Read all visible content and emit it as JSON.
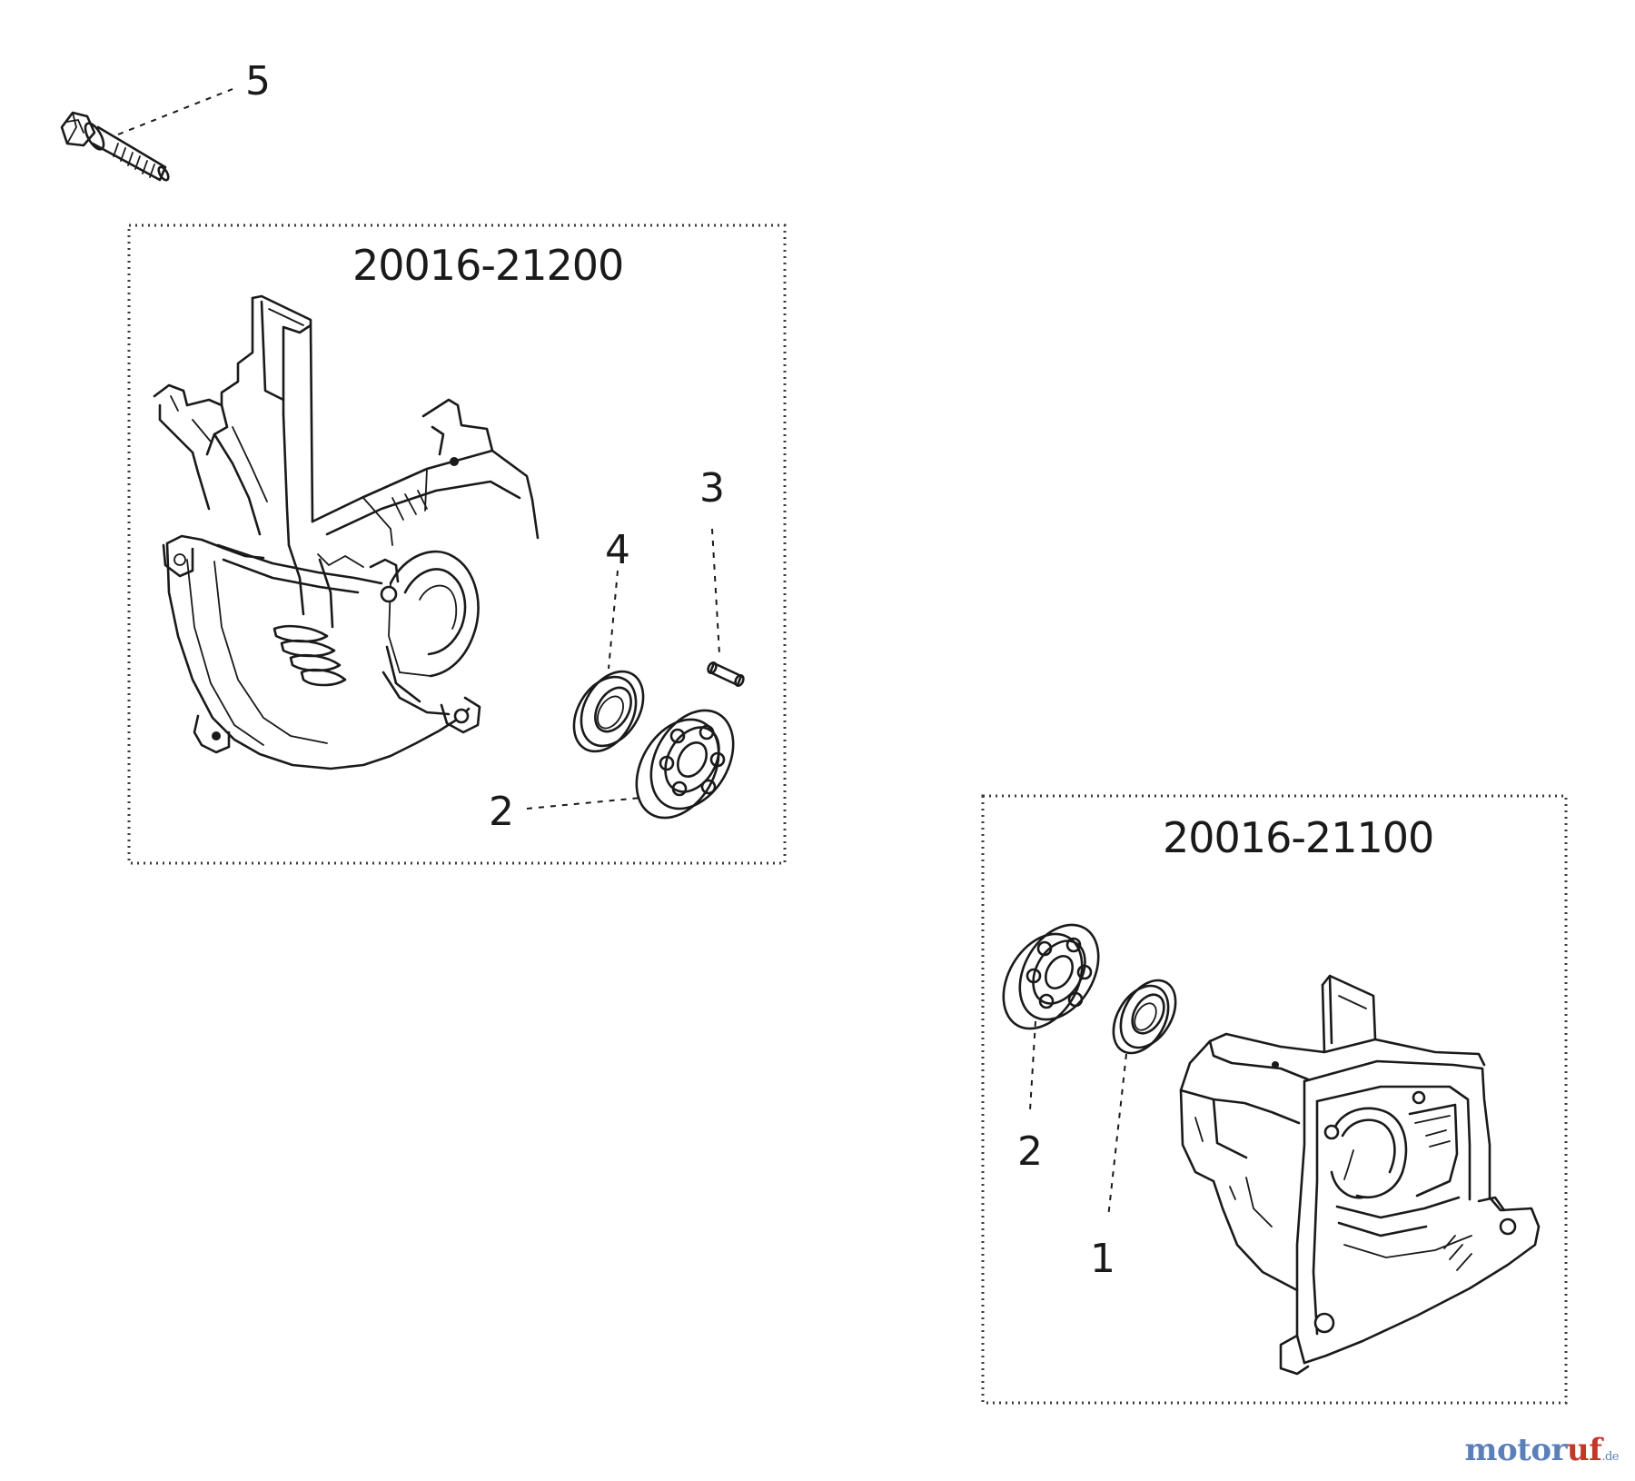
{
  "diagram": {
    "kits": [
      {
        "id": "kit-left",
        "number": "20016-21200"
      },
      {
        "id": "kit-right",
        "number": "20016-21100"
      }
    ],
    "callouts": {
      "bolt": "5",
      "pin": "3",
      "left_seal": "4",
      "left_bearing": "2",
      "right_bearing": "2",
      "right_seal": "1"
    }
  },
  "watermark": {
    "part1": "motor",
    "part2": "uf",
    "part3": ".de"
  }
}
